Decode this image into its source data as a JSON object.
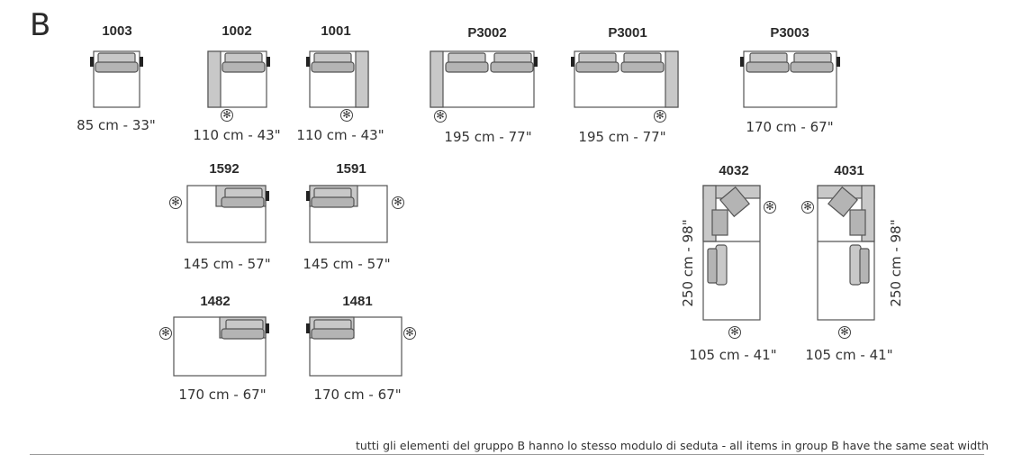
{
  "group_letter": "B",
  "footnote": "tutti gli elementi  del gruppo B hanno lo stesso modulo di  seduta  -  all items in group B have the same seat width",
  "asterisk_glyph": "✻",
  "colors": {
    "outline": "#555555",
    "fill": "#c8c8c8",
    "cushion": "#b4b4b4",
    "armrest_dark": "#222222"
  },
  "items": [
    {
      "id": "1003",
      "code": "1003",
      "dimension": "85 cm - 33\""
    },
    {
      "id": "1002",
      "code": "1002",
      "dimension": "110 cm - 43\""
    },
    {
      "id": "1001",
      "code": "1001",
      "dimension": "110 cm - 43\""
    },
    {
      "id": "p3002",
      "code": "P3002",
      "dimension": "195 cm - 77\""
    },
    {
      "id": "p3001",
      "code": "P3001",
      "dimension": "195 cm - 77\""
    },
    {
      "id": "p3003",
      "code": "P3003",
      "dimension": "170 cm - 67\""
    },
    {
      "id": "1592",
      "code": "1592",
      "dimension": "145 cm - 57\""
    },
    {
      "id": "1591",
      "code": "1591",
      "dimension": "145 cm - 57\""
    },
    {
      "id": "1482",
      "code": "1482",
      "dimension": "170 cm - 67\""
    },
    {
      "id": "1481",
      "code": "1481",
      "dimension": "170 cm - 67\""
    },
    {
      "id": "4032",
      "code": "4032",
      "dimension": "105 cm - 41\"",
      "vertical_dimension": "250 cm - 98\""
    },
    {
      "id": "4031",
      "code": "4031",
      "dimension": "105 cm - 41\"",
      "vertical_dimension": "250 cm - 98\""
    }
  ]
}
